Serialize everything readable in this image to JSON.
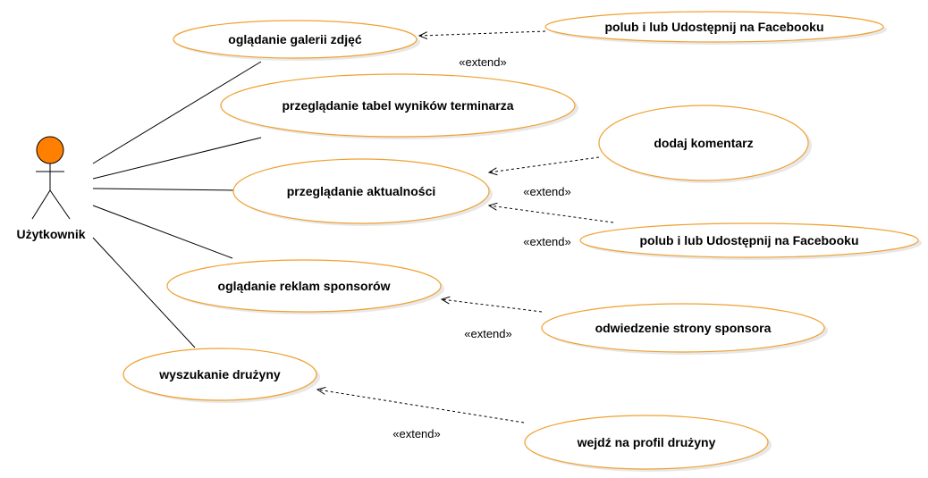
{
  "actor": {
    "label": "Użytkownik",
    "head_color": "#ff8000"
  },
  "use_cases": {
    "galeria": "oglądanie galerii zdjęć",
    "tabele": "przeglądanie tabel wyników terminarza",
    "aktualnosci": "przeglądanie aktualności",
    "reklamy": "oglądanie reklam sponsorów",
    "druzyny": "wyszukanie drużyny",
    "fb_galeria": "polub i lub Udostępnij na Facebooku",
    "komentarz": "dodaj komentarz",
    "fb_aktualnosci": "polub i lub Udostępnij na Facebooku",
    "strona_sponsora": "odwiedzenie strony sponsora",
    "profil_druzyny": "wejdź na profil drużyny"
  },
  "stereotypes": {
    "extend_1": "«extend»",
    "extend_2": "«extend»",
    "extend_3": "«extend»",
    "extend_4": "«extend»",
    "extend_5": "«extend»"
  },
  "colors": {
    "use_case_border": "#f0a030",
    "actor_head": "#ff8000"
  }
}
